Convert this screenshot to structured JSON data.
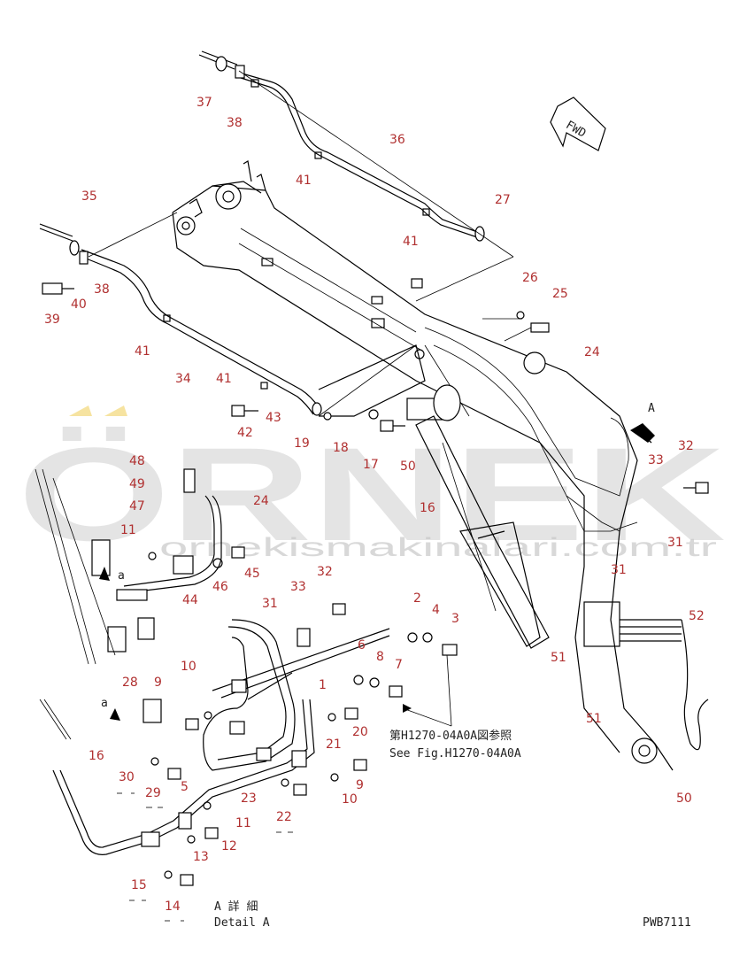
{
  "watermark": {
    "brand": "ÖRNEK",
    "url": "ornekismakinalari.com.tr",
    "color": "#c8c8c8",
    "accent": "#f0d060"
  },
  "direction_label": "FWD",
  "detail_marker": "A",
  "sub_markers": [
    "a",
    "a"
  ],
  "reference_jp": "第H1270-04A0A図参照",
  "reference_en": "See Fig.H1270-04A0A",
  "detail_title_jp": "A 詳 細",
  "detail_title_en": "Detail A",
  "drawing_code": "PWB7111",
  "label_color": "#b03030",
  "callouts": [
    "37",
    "38",
    "36",
    "41",
    "41",
    "27",
    "35",
    "38",
    "39",
    "40",
    "41",
    "34",
    "26",
    "25",
    "24",
    "41",
    "43",
    "42",
    "19",
    "18",
    "17",
    "50",
    "16",
    "32",
    "33",
    "31",
    "31",
    "48",
    "49",
    "47",
    "24",
    "11",
    "45",
    "46",
    "44",
    "32",
    "33",
    "31",
    "2",
    "4",
    "3",
    "10",
    "9",
    "28",
    "6",
    "8",
    "7",
    "1",
    "20",
    "21",
    "51",
    "52",
    "51",
    "16",
    "30",
    "29",
    "5",
    "23",
    "11",
    "22",
    "10",
    "9",
    "13",
    "12",
    "15",
    "14",
    "50"
  ]
}
